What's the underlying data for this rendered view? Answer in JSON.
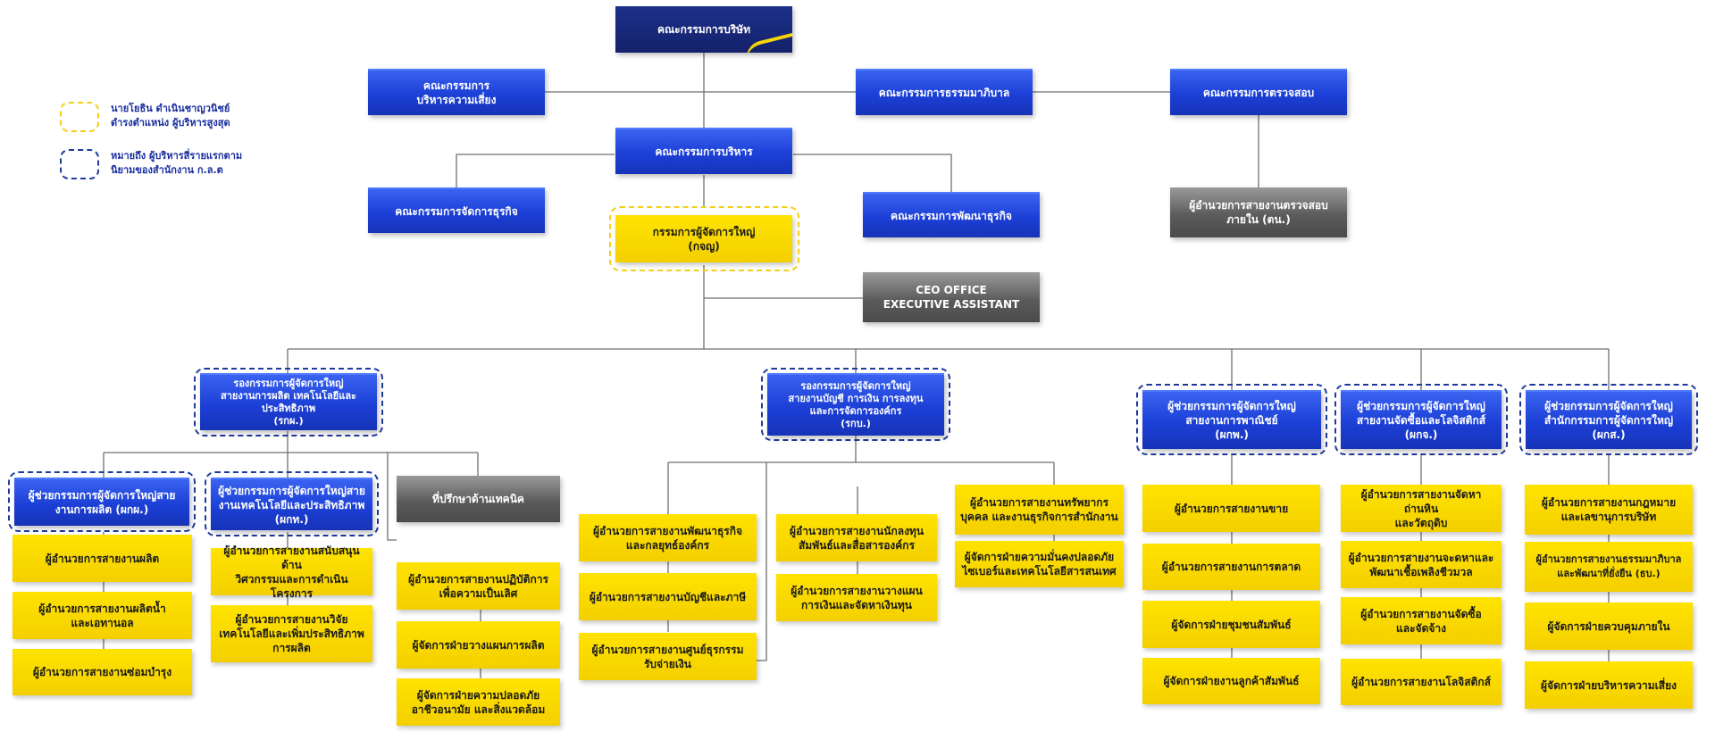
{
  "legend": {
    "items": [
      {
        "text": "นายโยธิน ดำเนินชาญวนิชย์\nดำรงตำแหน่ง ผู้บริหารสูงสุด",
        "color": "#f3cf1a"
      },
      {
        "text": "หมายถึง ผู้บริหารสี่รายแรกตาม\nนิยามของสำนักงาน ก.ล.ต",
        "color": "#1e3a9e"
      }
    ]
  },
  "boxes": {
    "board": "คณะกรรมการบริษัท",
    "risk_committee": "คณะกรรมการ\nบริหารความเสี่ยง",
    "governance_committee": "คณะกรรมการธรรมมาภิบาล",
    "audit_committee": "คณะกรรมการตรวจสอบ",
    "executive_committee": "คณะกรรมการบริหาร",
    "business_mgmt_committee": "คณะกรรมการจัดการธุรกิจ",
    "business_dev_committee": "คณะกรรมการพัฒนาธุรกิจ",
    "internal_audit": "ผู้อำนวยการสายงานตรวจสอบ\nภายใน (ตน.)",
    "ceo": "กรรมการผู้จัดการใหญ่\n(กจญ)",
    "ceo_office": "CEO OFFICE\nEXECUTIVE ASSISTANT",
    "svp_production": "รองกรรมการผู้จัดการใหญ่\nสายงานการผลิต เทคโนโลยีและ\nประสิทธิภาพ\n(รกผ.)",
    "svp_finance": "รองกรรมการผู้จัดการใหญ่\nสายงานบัญชี การเงิน การลงทุน\nและการจัดการองค์กร\n(รกบ.)",
    "avp_commercial": "ผู้ช่วยกรรมการผู้จัดการใหญ่\nสายงานการพาณิชย์\n(ผกพ.)",
    "avp_procurement": "ผู้ช่วยกรรมการผู้จัดการใหญ่\nสายงานจัดซื้อและโลจิสติกส์\n(ผกจ.)",
    "avp_office": "ผู้ช่วยกรรมการผู้จัดการใหญ่\nสำนักกรรมการผู้จัดการใหญ่\n(ผกส.)",
    "avp_production": "ผู้ช่วยกรรมการผู้จัดการใหญ่สาย\nงานการผลิต (ผกผ.)",
    "avp_tech": "ผู้ช่วยกรรมการผู้จัดการใหญ่สาย\nงานเทคโนโลยีและประสิทธิภาพ\n(ผกท.)",
    "tech_advisor": "ที่ปรึกษาด้านเทคนิค",
    "prod_1": "ผู้อำนวยการสายงานผลิต",
    "prod_2": "ผู้อำนวยการสายงานผลิตน้ำ\nและเอทานอล",
    "prod_3": "ผู้อำนวยการสายงานซ่อมบำรุง",
    "tech_1": "ผู้อำนวยการสายงานสนับสนุนด้าน\nวิศวกรรมและการดำเนินโครงการ",
    "tech_2": "ผู้อำนวยการสายงานวิจัย\nเทคโนโลยีและเพิ่มประสิทธิภาพ\nการผลิต",
    "adv_1": "ผู้อำนวยการสายงานปฏิบัติการ\nเพื่อความเป็นเลิศ",
    "adv_2": "ผู้จัดการฝ่ายวางแผนการผลิต",
    "adv_3": "ผู้จัดการฝ่ายความปลอดภัย\nอาชีวอนามัย และสิ่งแวดล้อม",
    "fin_a1": "ผู้อำนวยการสายงานพัฒนาธุรกิจ\nและกลยุทธ์องค์กร",
    "fin_a2": "ผู้อำนวยการสายงานบัญชีและภาษี",
    "fin_a3": "ผู้อำนวยการสายงานศูนย์ธุรกรรม\nรับจ่ายเงิน",
    "fin_b1": "ผู้อำนวยการสายงานนักลงทุน\nสัมพันธ์และสื่อสารองค์กร",
    "fin_b2": "ผู้อำนวยการสายงานวางแผน\nการเงินและจัดหาเงินทุน",
    "fin_c1": "ผู้อำนวยการสายงานทรัพยากร\nบุคคล และงานธุรกิจการสำนักงาน",
    "fin_c2": "ผู้จัดการฝ่ายความมั่นคงปลอดภัย\nไซเบอร์และเทคโนโลยีสารสนเทศ",
    "com_1": "ผู้อำนวยการสายงานขาย",
    "com_2": "ผู้อำนวยการสายงานการตลาด",
    "com_3": "ผู้จัดการฝ่ายชุมชนสัมพันธ์",
    "com_4": "ผู้จัดการฝ่ายงานลูกค้าสัมพันธ์",
    "proc_1": "ผู้อำนวยการสายงานจัดหาถ่านหิน\nและวัตถุดิบ",
    "proc_2": "ผู้อำนวยการสายงานจะดหาและ\nพัฒนาเชื้อเพลิงชีวมวล",
    "proc_3": "ผู้อำนวยการสายงานจัดซื้อ\nและจัดจ้าง",
    "proc_4": "ผู้อำนวยการสายงานโลจิสติกส์",
    "off_1": "ผู้อำนวยการสายงานกฎหมาย\nและเลขานุการบริษัท",
    "off_2": "ผู้อำนวยการสายงานธรรมมาภิบาล\nและพัฒนาที่ยั่งยืน (ธบ.)",
    "off_3": "ผู้จัดการฝ่ายควบคุมภายใน",
    "off_4": "ผู้จัดการฝ่ายบริหารความเสี่ยง"
  }
}
